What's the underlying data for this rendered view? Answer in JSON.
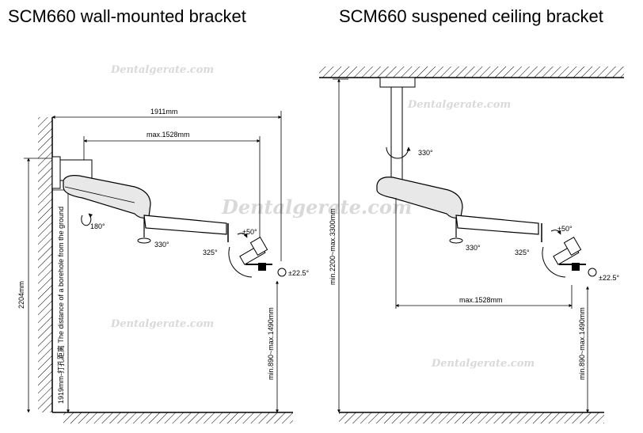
{
  "titles": {
    "left": "SCM660 wall-mounted bracket",
    "right": "SCM660 suspened ceiling bracket"
  },
  "watermark": "Dentalgerate.com",
  "wall": {
    "dim_total_width": "1911mm",
    "dim_arm_reach": "max.1528mm",
    "dim_height": "2204mm",
    "dim_borehole": "1919mm-打孔距离 The distance of a borehole from the ground",
    "dim_floor_clearance": "min.890~max.1490mm",
    "angle_wall_joint": "180°",
    "angle_arm_joint": "330°",
    "angle_head_rotation": "325°",
    "angle_tilt": "±50°",
    "angle_side": "±22.5°"
  },
  "ceiling": {
    "dim_ceiling_height": "min.2200~max.3300mm",
    "dim_arm_reach": "max.1528mm",
    "dim_floor_clearance": "min.890~max.1490mm",
    "angle_column": "330°",
    "angle_arm_joint": "330°",
    "angle_head_rotation": "325°",
    "angle_tilt": "±50°",
    "angle_side": "±22.5°"
  }
}
